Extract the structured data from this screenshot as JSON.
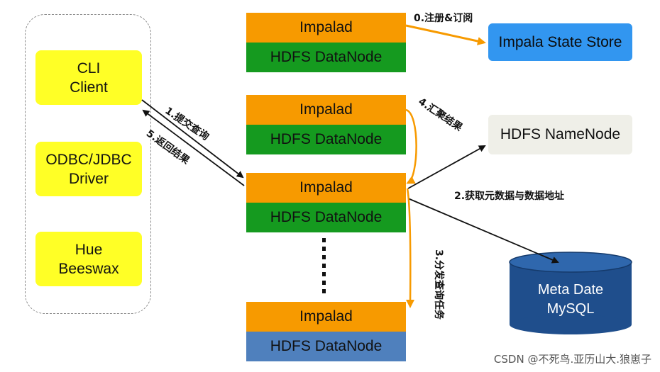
{
  "clients": [
    {
      "label": "CLI\nClient"
    },
    {
      "label": "ODBC/JDBC\nDriver"
    },
    {
      "label": "Hue\nBeeswax"
    }
  ],
  "nodes": [
    {
      "impalad": "Impalad",
      "datanode": "HDFS DataNode"
    },
    {
      "impalad": "Impalad",
      "datanode": "HDFS DataNode"
    },
    {
      "impalad": "Impalad",
      "datanode": "HDFS DataNode"
    },
    {
      "impalad": "Impalad",
      "datanode": "HDFS DataNode"
    }
  ],
  "services": {
    "statestore": "Impala State Store",
    "namenode": "HDFS NameNode",
    "metastore": "Meta Date\nMySQL"
  },
  "flows": {
    "register": "0.注册&订阅",
    "submit": "1.提交查询",
    "metadata": "2.获取元数据与数据地址",
    "dispatch": "3.分发查询任务",
    "aggregate": "4.汇聚结果",
    "return": "5.返回结果"
  },
  "colors": {
    "impalad": "#f79a00",
    "datanode": "#159a1f",
    "datanode_last": "#4f80bd",
    "client": "#ffff26",
    "statestore": "#3296f0",
    "metastore": "#1f4e8c"
  },
  "watermark": "CSDN @不死鸟.亚历山大.狼崽子"
}
